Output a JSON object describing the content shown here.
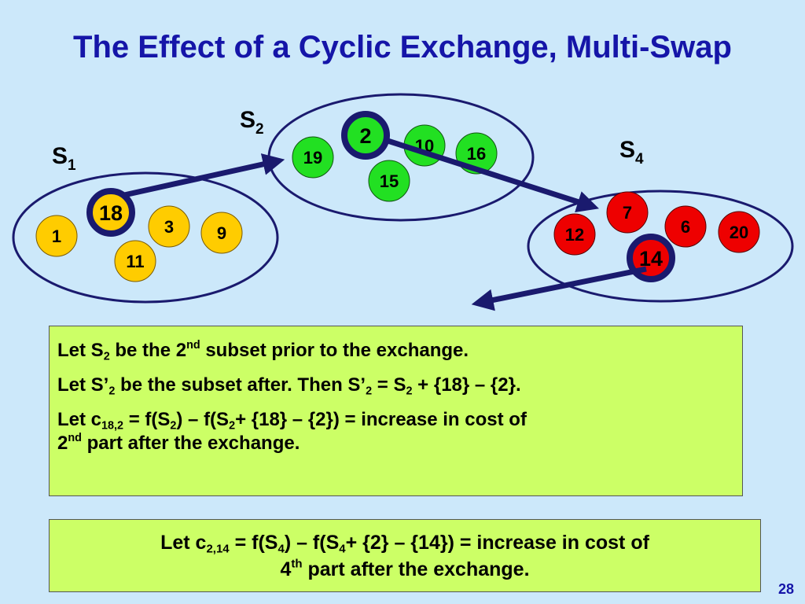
{
  "title": "The Effect of a Cyclic Exchange, Multi-Swap",
  "page_number": "28",
  "colors": {
    "background": "#cce8fa",
    "title": "#1515a8",
    "outline": "#1a1a6e",
    "s1_nodes": "#ffcc00",
    "s2_nodes": "#22e022",
    "s4_nodes": "#ee0000",
    "text_box": "#ccff66"
  },
  "subsets": [
    {
      "label": "S",
      "sub": "1",
      "nodes": [
        {
          "value": "18",
          "highlighted": true
        },
        {
          "value": "3"
        },
        {
          "value": "9"
        },
        {
          "value": "1"
        },
        {
          "value": "11"
        }
      ]
    },
    {
      "label": "S",
      "sub": "2",
      "nodes": [
        {
          "value": "2",
          "highlighted": true
        },
        {
          "value": "10"
        },
        {
          "value": "16"
        },
        {
          "value": "19"
        },
        {
          "value": "15"
        }
      ]
    },
    {
      "label": "S",
      "sub": "4",
      "nodes": [
        {
          "value": "7"
        },
        {
          "value": "6"
        },
        {
          "value": "20"
        },
        {
          "value": "12"
        },
        {
          "value": "14",
          "highlighted": true
        }
      ]
    }
  ],
  "arrows": [
    {
      "from": "18",
      "to": "S2"
    },
    {
      "from": "2",
      "to": "S4"
    },
    {
      "from": "14",
      "to": "outside"
    }
  ],
  "box1": {
    "line1": {
      "pre": "Let S",
      "sub": "2",
      "mid": " be the 2",
      "sup": "nd",
      "post": " subset prior to the exchange."
    },
    "line2": {
      "pre": "Let S’",
      "sub1": "2",
      "mid": " be the subset after.  Then S’",
      "sub2": "2",
      "mid2": " = S",
      "sub3": "2",
      "post": " + {18} – {2}."
    },
    "line3": {
      "pre": "Let c",
      "sub1": "18,2",
      "mid1": " = f(S",
      "sub2": "2",
      "mid2": ") – f(S",
      "sub3": "2",
      "mid3": "+ {18} – {2}) = increase in cost of",
      "line2pre": "2",
      "sup": "nd",
      "post": " part after the exchange."
    }
  },
  "box2": {
    "pre": "Let c",
    "sub1": "2,14",
    "mid1": " = f(S",
    "sub2": "4",
    "mid2": ") – f(S",
    "sub3": "4",
    "mid3": "+ {2} – {14}) = increase in cost of",
    "line2pre": "4",
    "sup": "th",
    "post": " part after the exchange."
  }
}
